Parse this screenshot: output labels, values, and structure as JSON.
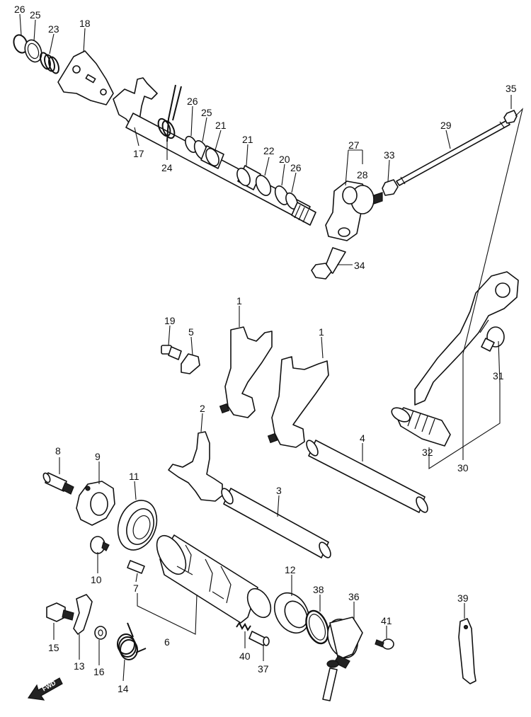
{
  "callouts": [
    {
      "id": "c26a",
      "text": "26"
    },
    {
      "id": "c25a",
      "text": "25"
    },
    {
      "id": "c23",
      "text": "23"
    },
    {
      "id": "c18",
      "text": "18"
    },
    {
      "id": "c17",
      "text": "17"
    },
    {
      "id": "c24",
      "text": "24"
    },
    {
      "id": "c26b",
      "text": "26"
    },
    {
      "id": "c25b",
      "text": "25"
    },
    {
      "id": "c21a",
      "text": "21"
    },
    {
      "id": "c21b",
      "text": "21"
    },
    {
      "id": "c22",
      "text": "22"
    },
    {
      "id": "c20",
      "text": "20"
    },
    {
      "id": "c26c",
      "text": "26"
    },
    {
      "id": "c27",
      "text": "27"
    },
    {
      "id": "c28",
      "text": "28"
    },
    {
      "id": "c33",
      "text": "33"
    },
    {
      "id": "c29",
      "text": "29"
    },
    {
      "id": "c35",
      "text": "35"
    },
    {
      "id": "c34",
      "text": "34"
    },
    {
      "id": "c1a",
      "text": "1"
    },
    {
      "id": "c1b",
      "text": "1"
    },
    {
      "id": "c19",
      "text": "19"
    },
    {
      "id": "c5",
      "text": "5"
    },
    {
      "id": "c2",
      "text": "2"
    },
    {
      "id": "c4",
      "text": "4"
    },
    {
      "id": "c3",
      "text": "3"
    },
    {
      "id": "c8",
      "text": "8"
    },
    {
      "id": "c9",
      "text": "9"
    },
    {
      "id": "c11",
      "text": "11"
    },
    {
      "id": "c10",
      "text": "10"
    },
    {
      "id": "c7",
      "text": "7"
    },
    {
      "id": "c6",
      "text": "6"
    },
    {
      "id": "c12",
      "text": "12"
    },
    {
      "id": "c38",
      "text": "38"
    },
    {
      "id": "c36",
      "text": "36"
    },
    {
      "id": "c41",
      "text": "41"
    },
    {
      "id": "c39",
      "text": "39"
    },
    {
      "id": "c15",
      "text": "15"
    },
    {
      "id": "c13",
      "text": "13"
    },
    {
      "id": "c16",
      "text": "16"
    },
    {
      "id": "c14",
      "text": "14"
    },
    {
      "id": "c40",
      "text": "40"
    },
    {
      "id": "c37",
      "text": "37"
    },
    {
      "id": "c31",
      "text": "31"
    },
    {
      "id": "c32",
      "text": "32"
    },
    {
      "id": "c30",
      "text": "30"
    }
  ],
  "fwd_label": "FWD"
}
